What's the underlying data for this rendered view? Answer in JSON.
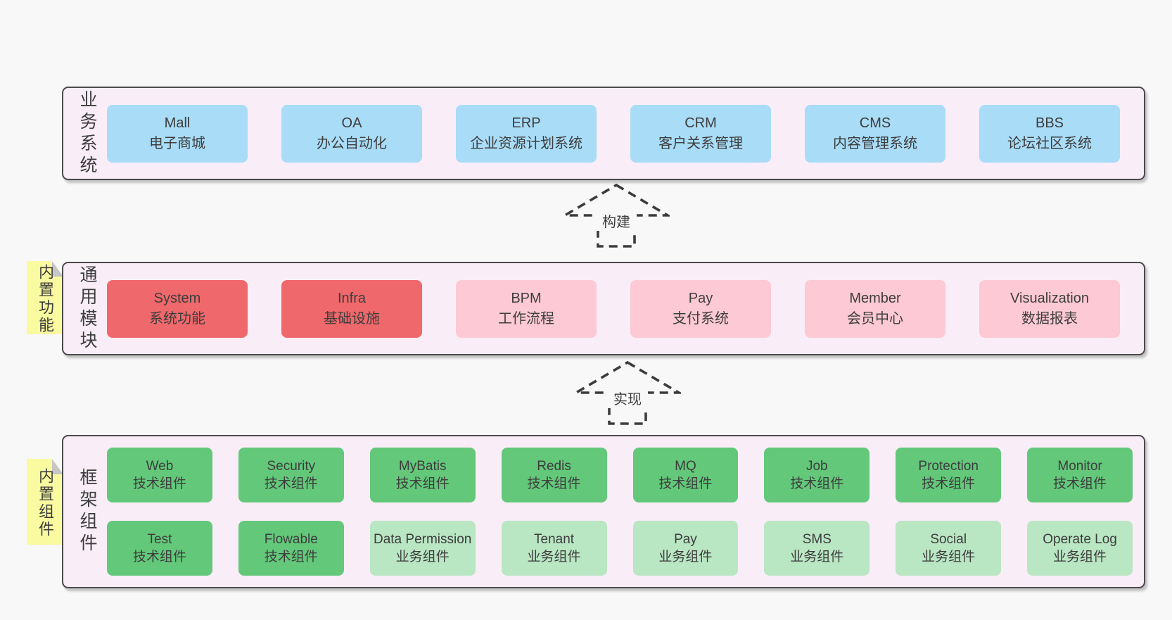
{
  "colors": {
    "page_background": "#f8f8f8",
    "panel_background": "#f9edf7",
    "panel_border": "#4a4a4a",
    "business_box_blue": "#a9dcf7",
    "core_module_red": "#ef686b",
    "module_pink": "#fcc9d4",
    "tech_component_green": "#63c87a",
    "biz_component_green_light": "#b9e6c3",
    "sticky_note_yellow": "#fafaa0",
    "sticky_note_fold_gray": "#c6c6c6",
    "arrow_dash": "#3c3c3c",
    "text": "#3d3d3d"
  },
  "business_layer": {
    "label": "业务系统",
    "boxes": [
      {
        "title": "Mall",
        "subtitle": "电子商城",
        "variant": "blue"
      },
      {
        "title": "OA",
        "subtitle": "办公自动化",
        "variant": "blue"
      },
      {
        "title": "ERP",
        "subtitle": "企业资源计划系统",
        "variant": "blue"
      },
      {
        "title": "CRM",
        "subtitle": "客户关系管理",
        "variant": "blue"
      },
      {
        "title": "CMS",
        "subtitle": "内容管理系统",
        "variant": "blue"
      },
      {
        "title": "BBS",
        "subtitle": "论坛社区系统",
        "variant": "blue"
      }
    ]
  },
  "arrow_build": {
    "label": "构建"
  },
  "modules_layer": {
    "label": "通用模块",
    "note": "内置功能",
    "boxes": [
      {
        "title": "System",
        "subtitle": "系统功能",
        "variant": "red"
      },
      {
        "title": "Infra",
        "subtitle": "基础设施",
        "variant": "red"
      },
      {
        "title": "BPM",
        "subtitle": "工作流程",
        "variant": "pink"
      },
      {
        "title": "Pay",
        "subtitle": "支付系统",
        "variant": "pink"
      },
      {
        "title": "Member",
        "subtitle": "会员中心",
        "variant": "pink"
      },
      {
        "title": "Visualization",
        "subtitle": "数据报表",
        "variant": "pink"
      }
    ]
  },
  "arrow_implement": {
    "label": "实现"
  },
  "framework_layer": {
    "label": "框架组件",
    "note": "内置组件",
    "row1": [
      {
        "title": "Web",
        "subtitle": "技术组件",
        "variant": "green"
      },
      {
        "title": "Security",
        "subtitle": "技术组件",
        "variant": "green"
      },
      {
        "title": "MyBatis",
        "subtitle": "技术组件",
        "variant": "green"
      },
      {
        "title": "Redis",
        "subtitle": "技术组件",
        "variant": "green"
      },
      {
        "title": "MQ",
        "subtitle": "技术组件",
        "variant": "green"
      },
      {
        "title": "Job",
        "subtitle": "技术组件",
        "variant": "green"
      },
      {
        "title": "Protection",
        "subtitle": "技术组件",
        "variant": "green"
      },
      {
        "title": "Monitor",
        "subtitle": "技术组件",
        "variant": "green"
      }
    ],
    "row2": [
      {
        "title": "Test",
        "subtitle": "技术组件",
        "variant": "green"
      },
      {
        "title": "Flowable",
        "subtitle": "技术组件",
        "variant": "green"
      },
      {
        "title": "Data Permission",
        "subtitle": "业务组件",
        "variant": "green-light"
      },
      {
        "title": "Tenant",
        "subtitle": "业务组件",
        "variant": "green-light"
      },
      {
        "title": "Pay",
        "subtitle": "业务组件",
        "variant": "green-light"
      },
      {
        "title": "SMS",
        "subtitle": "业务组件",
        "variant": "green-light"
      },
      {
        "title": "Social",
        "subtitle": "业务组件",
        "variant": "green-light"
      },
      {
        "title": "Operate Log",
        "subtitle": "业务组件",
        "variant": "green-light"
      }
    ]
  }
}
